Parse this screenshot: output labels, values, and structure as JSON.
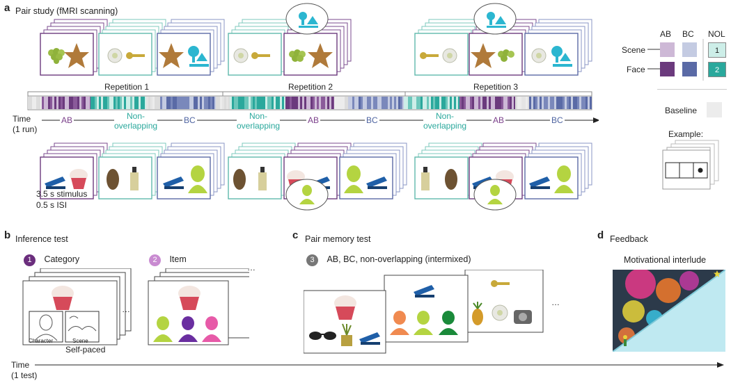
{
  "panel_a": {
    "letter": "a",
    "title": "Pair study (fMRI scanning)",
    "repetitions": [
      "Repetition 1",
      "Repetition 2",
      "Repetition 3"
    ],
    "time_label": "Time",
    "time_sub": "(1 run)",
    "segments": [
      {
        "label": "AB",
        "class": "purp"
      },
      {
        "label": "Non-\noverlapping",
        "class": "teal"
      },
      {
        "label": "BC",
        "class": "blue"
      },
      {
        "label": "Non-\noverlapping",
        "class": "teal"
      },
      {
        "label": "AB",
        "class": "purp"
      },
      {
        "label": "BC",
        "class": "blue"
      },
      {
        "label": "Non-\noverlapping",
        "class": "teal"
      },
      {
        "label": "AB",
        "class": "purp"
      },
      {
        "label": "BC",
        "class": "blue"
      }
    ],
    "stimulus_timing": [
      "3.5 s stimulus",
      "0.5 s ISI"
    ]
  },
  "legend": {
    "col_ab": "AB",
    "col_bc": "BC",
    "col_nol": "NOL",
    "row_scene": "Scene",
    "row_face": "Face",
    "nol_scene": "1",
    "nol_face": "2",
    "baseline": "Baseline",
    "example": "Example:",
    "colors": {
      "ab_scene": "#cdb8d6",
      "bc_scene": "#c4cbe2",
      "nol_scene": "#cdeee8",
      "ab_face": "#6b3a7d",
      "bc_face": "#5a6aa6",
      "nol_face": "#2aa89c",
      "baseline": "#ececec"
    }
  },
  "panel_b": {
    "letter": "b",
    "title": "Inference test",
    "step1_num": "1",
    "step1_label": "Category",
    "step2_num": "2",
    "step2_label": "Item",
    "option_character": "Character",
    "option_scene": "Scene",
    "self_paced": "Self-paced",
    "ellipsis": "…"
  },
  "panel_c": {
    "letter": "c",
    "title": "Pair memory test",
    "step3_num": "3",
    "step3_label": "AB, BC, non-overlapping (intermixed)",
    "ellipsis": "…"
  },
  "panel_d": {
    "letter": "d",
    "title": "Feedback",
    "subtitle": "Motivational interlude"
  },
  "bottom_time": {
    "label": "Time",
    "sub": "(1 test)"
  }
}
